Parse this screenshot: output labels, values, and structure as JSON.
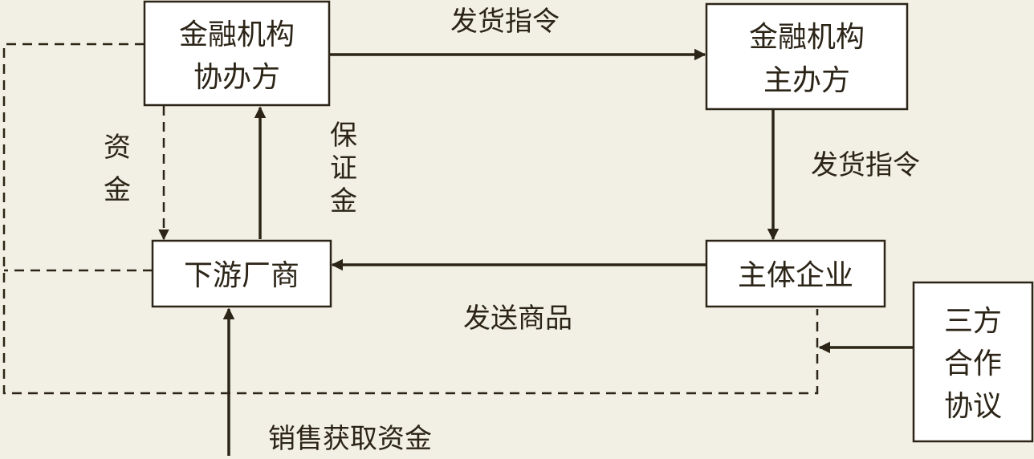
{
  "nodes": {
    "co_institution": {
      "line1": "金融机构",
      "line2": "协办方"
    },
    "main_institution": {
      "line1": "金融机构",
      "line2": "主办方"
    },
    "downstream": {
      "label": "下游厂商"
    },
    "core_enterprise": {
      "label": "主体企业"
    },
    "agreement": {
      "line1": "三方",
      "line2": "合作",
      "line3": "协议"
    }
  },
  "edges": {
    "co_to_main": {
      "label": "发货指令"
    },
    "main_to_core": {
      "label": "发货指令"
    },
    "core_to_downstream": {
      "label": "发送商品"
    },
    "co_to_downstream": {
      "label1": "资",
      "label2": "金"
    },
    "downstream_to_co": {
      "label1": "保",
      "label2": "证",
      "label3": "金"
    },
    "sales_to_downstream": {
      "label": "销售获取资金"
    }
  },
  "colors": {
    "ink": "#2b2417",
    "background": "#f2f0e4",
    "box_fill": "#ffffff"
  }
}
